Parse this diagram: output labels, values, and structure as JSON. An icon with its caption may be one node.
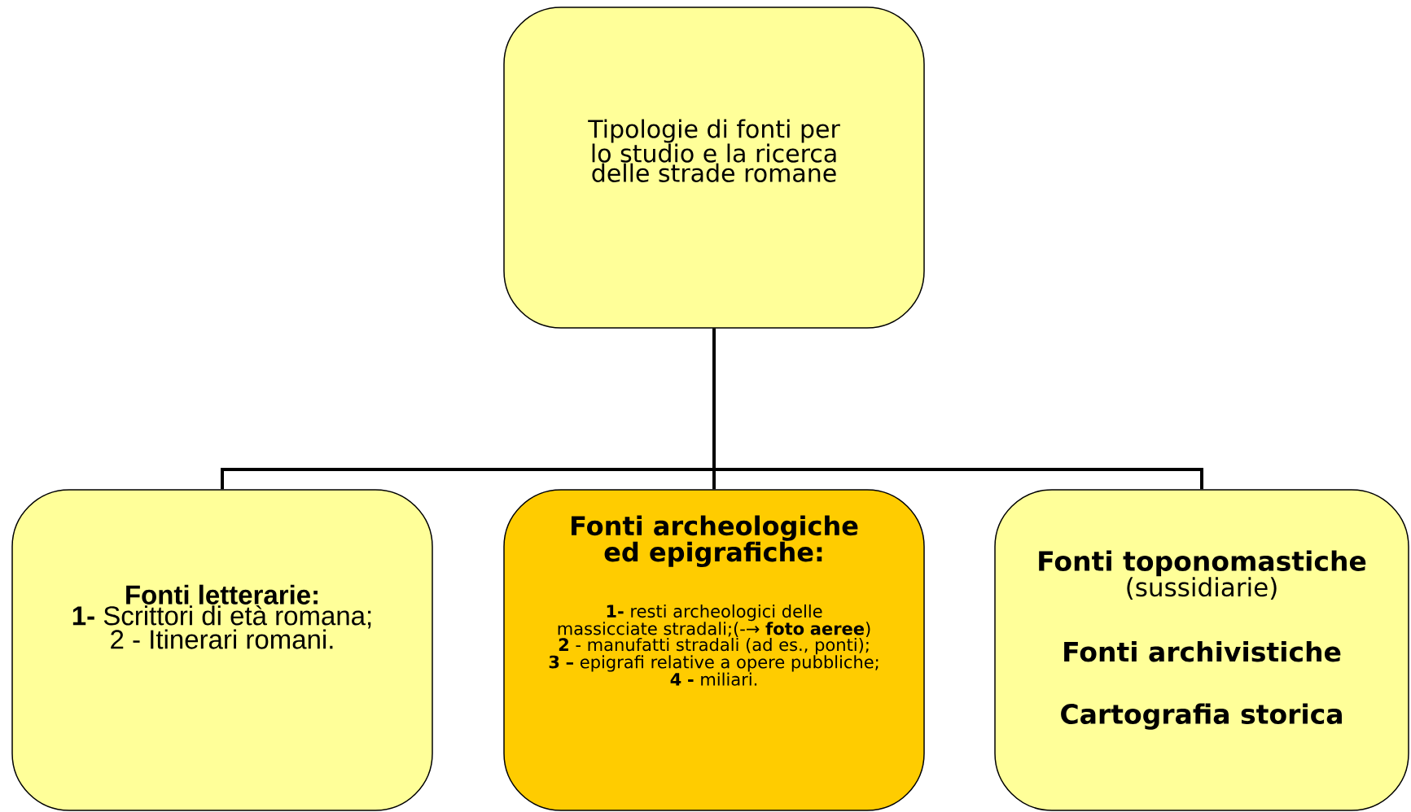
{
  "diagram": {
    "nodes": [
      {
        "text": [
          "Tipologie di fonti per lo studio e la ricerca delle strade romane"
        ]
      },
      {
        "text": [
          "Fonti letterarie:",
          "**1-** Scrittori di età romana;",
          "2 -  Itinerari romani."
        ]
      },
      {
        "text": [
          "Fonti archeologiche ed epigrafiche:",
          "**1-** resti archeologici delle massicciate stradali;(-→ **foto aeree**)",
          "**2** - manufatti stradali (ad es., ponti);",
          "**3 –** epigrafi relative a opere pubbliche;",
          "**4 -** miliari."
        ]
      },
      {
        "text": [
          "Fonti toponomastiche",
          "(sussidiarie)",
          "Fonti archivistiche",
          "Cartografia storica"
        ]
      }
    ],
    "edges": [
      {
        "from": 0,
        "to": 1,
        "arrow": "none"
      },
      {
        "from": 0,
        "to": 2,
        "arrow": "none"
      },
      {
        "from": 0,
        "to": 3,
        "arrow": "none"
      }
    ]
  }
}
